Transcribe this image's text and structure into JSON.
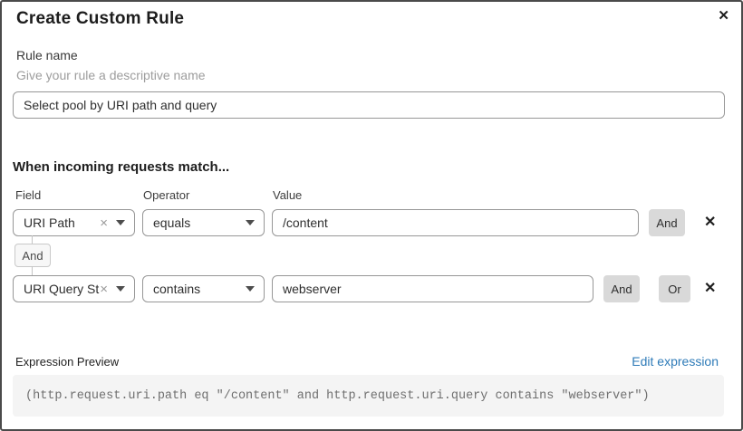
{
  "dialog": {
    "title": "Create Custom Rule",
    "close_icon": "✕"
  },
  "rule_name": {
    "label": "Rule name",
    "helper": "Give your rule a descriptive name",
    "value": "Select pool by URI path and query"
  },
  "match": {
    "heading": "When incoming requests match...",
    "columns": {
      "field": "Field",
      "operator": "Operator",
      "value": "Value"
    },
    "rows": [
      {
        "field": "URI Path",
        "operator": "equals",
        "value": "/content",
        "buttons": [
          "And"
        ]
      },
      {
        "field": "URI Query St...",
        "operator": "contains",
        "value": "webserver",
        "buttons": [
          "And",
          "Or"
        ]
      }
    ],
    "connector_label": "And",
    "clear_icon": "×",
    "remove_icon": "✕"
  },
  "expression": {
    "label": "Expression Preview",
    "edit_link": "Edit expression",
    "code": "(http.request.uri.path eq \"/content\" and http.request.uri.query contains \"webserver\")"
  },
  "colors": {
    "link_blue": "#2e7bb8",
    "button_gray": "#d9d9d9",
    "code_background": "#f4f4f4",
    "dialog_border": "#4a4a4a"
  }
}
